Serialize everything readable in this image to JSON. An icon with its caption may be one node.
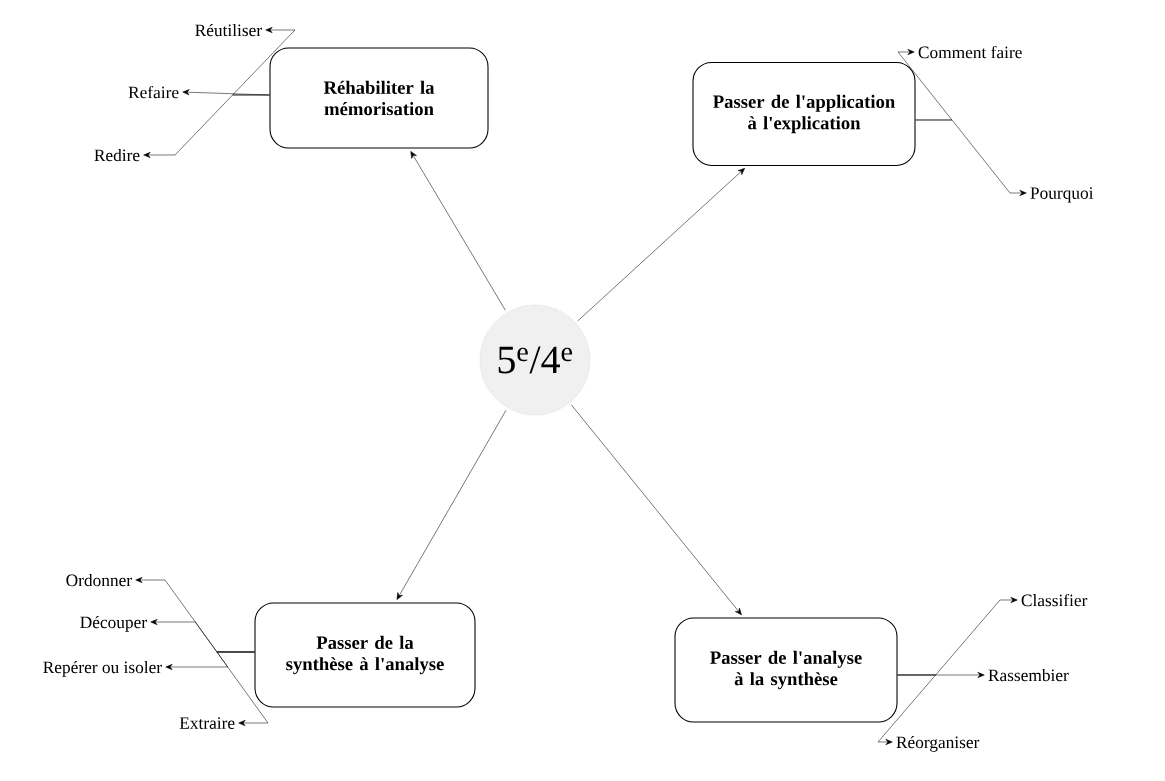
{
  "diagram": {
    "nodes": [
      {
        "text": [
          "5$^{e}$/4$^{e}$"
        ]
      },
      {
        "text": [
          "Réhabiliter la mémorisation"
        ]
      },
      {
        "text": [
          "Passer de l'application à l'explication"
        ]
      },
      {
        "text": [
          "Passer de la synthèse à l'analyse"
        ]
      },
      {
        "text": [
          "Passer de l'analyse à la synthèse"
        ]
      },
      {
        "text": [
          "Réutiliser"
        ]
      },
      {
        "text": [
          "Refaire"
        ]
      },
      {
        "text": [
          "Redire"
        ]
      },
      {
        "text": [
          "Comment faire"
        ]
      },
      {
        "text": [
          "Pourquoi"
        ]
      },
      {
        "text": [
          "Ordonner"
        ]
      },
      {
        "text": [
          "Découper"
        ]
      },
      {
        "text": [
          "Repérer ou isoler"
        ]
      },
      {
        "text": [
          "Extraire"
        ]
      },
      {
        "text": [
          "Classifier"
        ]
      },
      {
        "text": [
          "Rassembier"
        ]
      },
      {
        "text": [
          "Réorganiser"
        ]
      }
    ],
    "edges": [
      {
        "from": 0,
        "to": 1,
        "arrow": "to"
      },
      {
        "from": 0,
        "to": 2,
        "arrow": "to"
      },
      {
        "from": 0,
        "to": 3,
        "arrow": "to"
      },
      {
        "from": 0,
        "to": 4,
        "arrow": "to"
      },
      {
        "from": 1,
        "to": 5,
        "arrow": "to"
      },
      {
        "from": 1,
        "to": 6,
        "arrow": "to"
      },
      {
        "from": 1,
        "to": 7,
        "arrow": "to"
      },
      {
        "from": 2,
        "to": 8,
        "arrow": "to"
      },
      {
        "from": 2,
        "to": 9,
        "arrow": "to"
      },
      {
        "from": 3,
        "to": 10,
        "arrow": "to"
      },
      {
        "from": 3,
        "to": 11,
        "arrow": "to"
      },
      {
        "from": 3,
        "to": 12,
        "arrow": "to"
      },
      {
        "from": 3,
        "to": 13,
        "arrow": "to"
      },
      {
        "from": 4,
        "to": 14,
        "arrow": "to"
      },
      {
        "from": 4,
        "to": 15,
        "arrow": "to"
      },
      {
        "from": 4,
        "to": 16,
        "arrow": "to"
      }
    ]
  }
}
